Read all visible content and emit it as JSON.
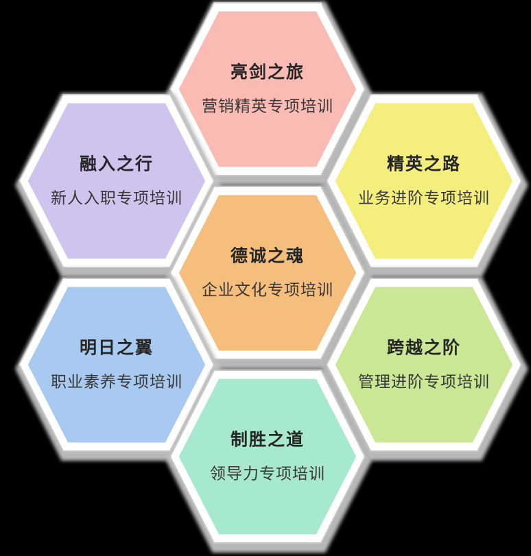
{
  "diagram": {
    "background_color": "#000000",
    "border_band_color": "#ffffff",
    "shadow_rim_color": "#c2c2c2",
    "text_color": "#262626"
  },
  "hexagons": [
    {
      "id": "top",
      "title": "亮剑之旅",
      "subtitle": "营销精英专项培训",
      "color": "#F9BBB4"
    },
    {
      "id": "upper-left",
      "title": "融入之行",
      "subtitle": "新人入职专项培训",
      "color": "#CFC4EE"
    },
    {
      "id": "upper-right",
      "title": "精英之路",
      "subtitle": "业务进阶专项培训",
      "color": "#F4EE7D"
    },
    {
      "id": "center",
      "title": "德诚之魂",
      "subtitle": "企业文化专项培训",
      "color": "#F6BE7D"
    },
    {
      "id": "lower-left",
      "title": "明日之翼",
      "subtitle": "职业素养专项培训",
      "color": "#A8C9F0"
    },
    {
      "id": "lower-right",
      "title": "跨越之阶",
      "subtitle": "管理进阶专项培训",
      "color": "#C9E794"
    },
    {
      "id": "bottom",
      "title": "制胜之道",
      "subtitle": "领导力专项培训",
      "color": "#A7E9CE"
    }
  ]
}
